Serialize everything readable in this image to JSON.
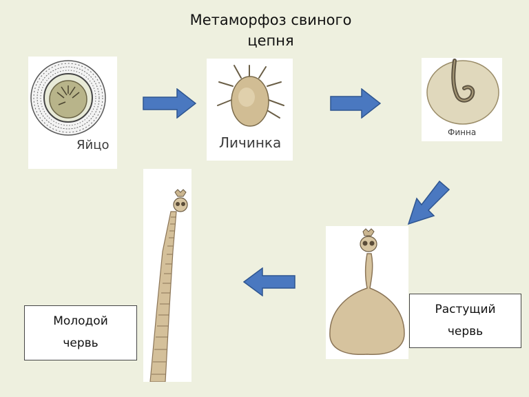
{
  "title": {
    "line1": "Метаморфоз свиного",
    "line2": "цепня"
  },
  "stages": {
    "egg": "Яйцо",
    "larva": "Личинка",
    "finna": "Финна"
  },
  "boxes": {
    "growing_worm": {
      "line1": "Растущий",
      "line2": "червь"
    },
    "young_worm": {
      "line1": "Молодой",
      "line2": "червь"
    }
  },
  "colors": {
    "background": "#eef0df",
    "arrow_fill": "#4a78c0",
    "arrow_stroke": "#2e5590",
    "organism": "#d9c8a4",
    "organism_dark": "#8a7456"
  }
}
